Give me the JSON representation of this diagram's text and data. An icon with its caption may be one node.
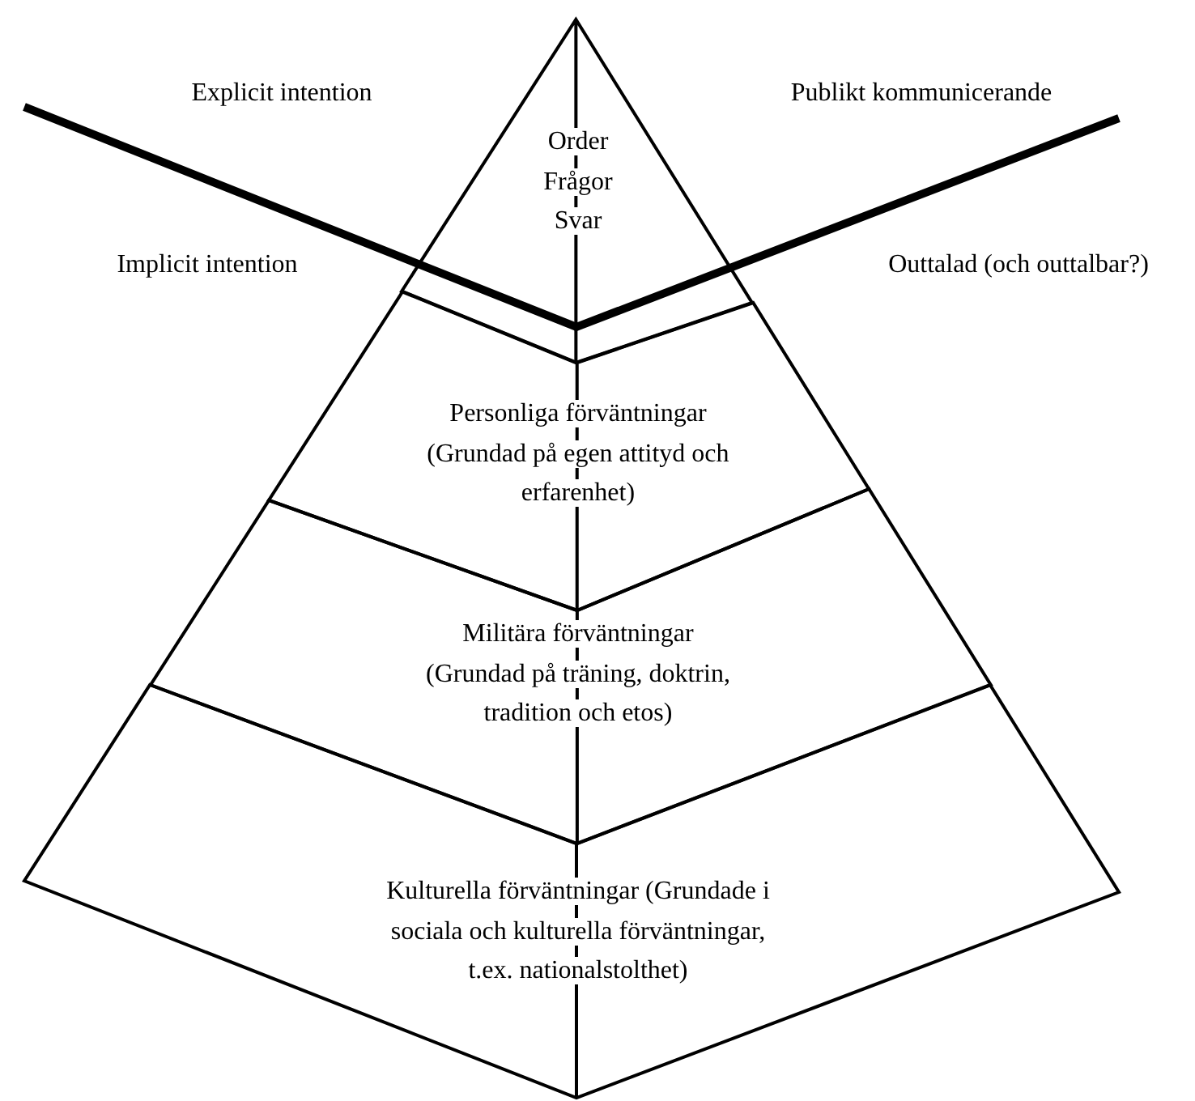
{
  "diagram": {
    "nodes": [
      {
        "text": [
          "Order Frågor Svar"
        ]
      },
      {
        "text": [
          "Personliga förväntningar (Grundad på egen attityd och erfarenhet)"
        ]
      },
      {
        "text": [
          "Militära förväntningar (Grundad på träning, doktrin, tradition och etos)"
        ]
      },
      {
        "text": [
          "Kulturella förväntningar (Grundade i sociala och kulturella förväntningar, t.ex. nationalstolthet)"
        ]
      }
    ],
    "edges": [],
    "labels": [
      "Explicit intention",
      "Publikt kommunicerande",
      "Implicit intention",
      "Outtalad (och outtalbar?)"
    ]
  }
}
